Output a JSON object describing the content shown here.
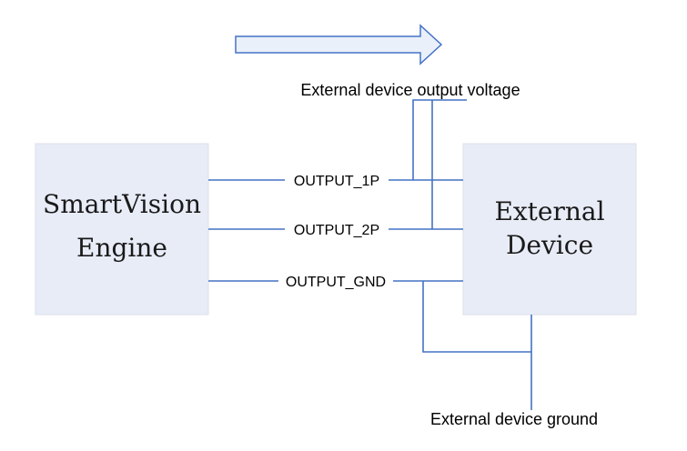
{
  "colors": {
    "box_fill": "#e8ecf7",
    "box_stroke": "#dcdfe8",
    "wire": "#4472c4",
    "arrow_fill": "#eaf0fa",
    "arrow_stroke": "#4472c4"
  },
  "blocks": {
    "engine": {
      "line1": "SmartVision",
      "line2": "Engine"
    },
    "device": {
      "line1": "External",
      "line2": "Device"
    }
  },
  "wires": {
    "output_1p": "OUTPUT_1P",
    "output_2p": "OUTPUT_2P",
    "output_gnd": "OUTPUT_GND"
  },
  "captions": {
    "voltage": "External device output voltage",
    "ground": "External device ground"
  },
  "icons": {
    "direction_arrow": "right-arrow-icon"
  }
}
